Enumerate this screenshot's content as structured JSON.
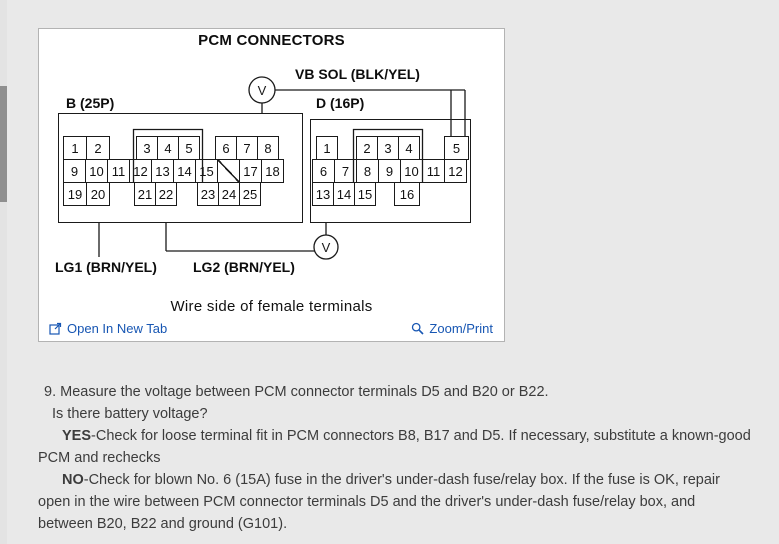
{
  "diagram": {
    "title": "PCM CONNECTORS",
    "vb_label": "VB SOL (BLK/YEL)",
    "lg1_label": "LG1 (BRN/YEL)",
    "lg2_label": "LG2 (BRN/YEL)",
    "caption": "Wire side of female terminals",
    "meter_symbol": "V",
    "connB": {
      "label": "B (25P)",
      "r1a": [
        "1",
        "2"
      ],
      "r1b": [
        "3",
        "4",
        "5"
      ],
      "r1c": [
        "6",
        "7",
        "8"
      ],
      "r2": [
        "9",
        "10",
        "11",
        "12",
        "13",
        "14",
        "15",
        "",
        "17",
        "18"
      ],
      "r3a": [
        "19",
        "20"
      ],
      "r3b": [
        "21",
        "22"
      ],
      "r3c": [
        "23",
        "24",
        "25"
      ]
    },
    "connD": {
      "label": "D (16P)",
      "r1a": [
        "1"
      ],
      "r1b": [
        "2",
        "3",
        "4"
      ],
      "r1c": [
        "5"
      ],
      "r2": [
        "6",
        "7",
        "8",
        "9",
        "10",
        "11",
        "12"
      ],
      "r3a": [
        "13",
        "14",
        "15"
      ],
      "r3b": [
        "16"
      ]
    }
  },
  "toolbar": {
    "open_label": "Open In New Tab",
    "zoom_label": "Zoom/Print"
  },
  "body": {
    "step": "9. Measure the voltage between PCM connector terminals D5 and B20 or B22.",
    "question": "Is there battery voltage?",
    "yes_bold": "YES",
    "yes_rest": "-Check for loose terminal fit in PCM connectors B8, B17 and D5. If necessary, substitute a known-good PCM and rechecks",
    "no_bold": "NO",
    "no_rest": "-Check for blown No. 6 (15A) fuse in the driver's under-dash fuse/relay box. If the fuse is OK, repair open in the wire between PCM connector terminals D5 and the driver's under-dash fuse/relay box, and between B20, B22 and ground (G101)."
  },
  "colors": {
    "link": "#1756b3",
    "page_bg": "#e9e9e9",
    "line": "#1a1a1a"
  }
}
